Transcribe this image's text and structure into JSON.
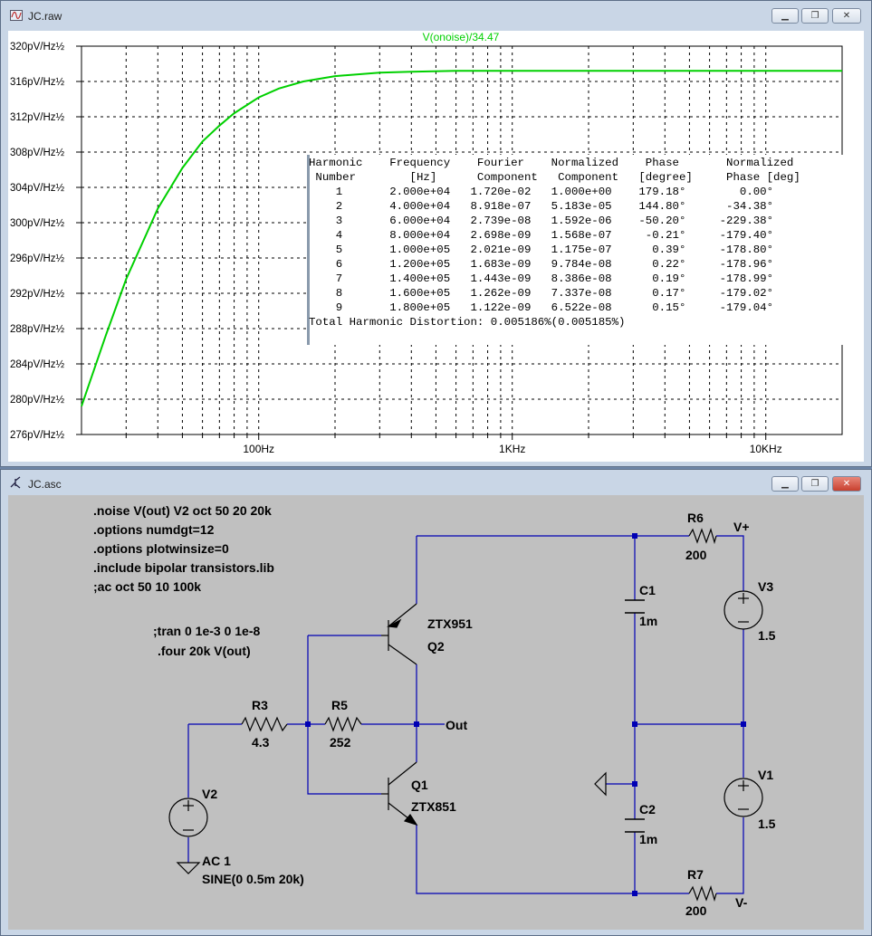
{
  "plot_window": {
    "title": "JC.raw",
    "trace_label": "V(onoise)/34.47",
    "trace_color": "#00d000",
    "y_ticks": [
      "320pV/Hz½",
      "316pV/Hz½",
      "312pV/Hz½",
      "308pV/Hz½",
      "304pV/Hz½",
      "300pV/Hz½",
      "296pV/Hz½",
      "292pV/Hz½",
      "288pV/Hz½",
      "284pV/Hz½",
      "280pV/Hz½",
      "276pV/Hz½"
    ],
    "x_ticks": [
      "100Hz",
      "1KHz",
      "10KHz"
    ]
  },
  "fourier": {
    "header1": "Harmonic    Frequency    Fourier    Normalized    Phase       Normalized",
    "header2": " Number        [Hz]      Component   Component   [degree]     Phase [deg]",
    "rows": [
      "    1       2.000e+04   1.720e-02   1.000e+00    179.18°        0.00°",
      "    2       4.000e+04   8.918e-07   5.183e-05    144.80°      -34.38°",
      "    3       6.000e+04   2.739e-08   1.592e-06    -50.20°     -229.38°",
      "    4       8.000e+04   2.698e-09   1.568e-07     -0.21°     -179.40°",
      "    5       1.000e+05   2.021e-09   1.175e-07      0.39°     -178.80°",
      "    6       1.200e+05   1.683e-09   9.784e-08      0.22°     -178.96°",
      "    7       1.400e+05   1.443e-09   8.386e-08      0.19°     -178.99°",
      "    8       1.600e+05   1.262e-09   7.337e-08      0.17°     -179.02°",
      "    9       1.800e+05   1.122e-09   6.522e-08      0.15°     -179.04°"
    ],
    "total": "Total Harmonic Distortion: 0.005186%(0.005185%)"
  },
  "chart_data": {
    "type": "line",
    "title": "V(onoise)/34.47",
    "xscale": "log",
    "xlim": [
      20,
      20000
    ],
    "ylim": [
      276,
      320
    ],
    "ylabel_unit": "pV/Hz½",
    "grid": true,
    "series": [
      {
        "name": "V(onoise)/34.47",
        "color": "#00d000",
        "x": [
          20,
          25,
          30,
          40,
          50,
          60,
          70,
          80,
          100,
          120,
          150,
          200,
          300,
          400,
          600,
          1000,
          2000,
          5000,
          10000,
          20000
        ],
        "y": [
          279.2,
          287.3,
          293.6,
          301.6,
          306.2,
          309.2,
          311.0,
          312.4,
          314.2,
          315.2,
          316.0,
          316.6,
          317.0,
          317.1,
          317.2,
          317.2,
          317.2,
          317.2,
          317.2,
          317.2
        ]
      }
    ]
  },
  "schematic_window": {
    "title": "JC.asc",
    "directives": [
      ".noise V(out) V2 oct 50 20 20k",
      ".options numdgt=12",
      ".options plotwinsize=0",
      ".include bipolar transistors.lib",
      ";ac oct 50 10 100k"
    ],
    "tran_directive": ";tran 0 1e-3 0 1e-8",
    "four_directive": ".four 20k V(out)",
    "components": {
      "r6_name": "R6",
      "r6_value": "200",
      "r7_name": "R7",
      "r7_value": "200",
      "r3_name": "R3",
      "r3_value": "4.3",
      "r5_name": "R5",
      "r5_value": "252",
      "c1_name": "C1",
      "c1_value": "1m",
      "c2_name": "C2",
      "c2_value": "1m",
      "q2_model": "ZTX951",
      "q2_name": "Q2",
      "q1_name": "Q1",
      "q1_model": "ZTX851",
      "v3_name": "V3",
      "v3_value": "1.5",
      "v1_name": "V1",
      "v1_value": "1.5",
      "v2_name": "V2",
      "v2_ac": "AC 1",
      "v2_sine": "SINE(0 0.5m 20k)"
    },
    "nets": {
      "vplus": "V+",
      "vminus": "V-",
      "out": "Out"
    }
  }
}
